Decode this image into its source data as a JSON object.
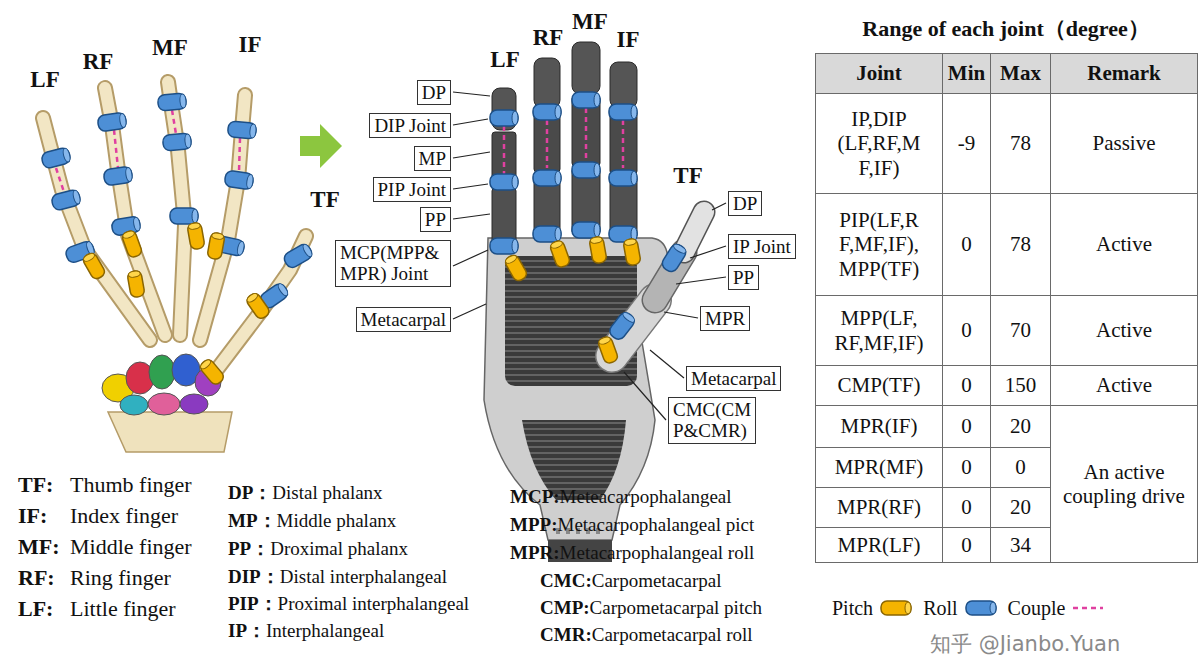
{
  "diagram": {
    "nodes": [
      {
        "text": [
          "DP"
        ]
      },
      {
        "text": [
          "DIP Joint"
        ]
      },
      {
        "text": [
          "MP"
        ]
      },
      {
        "text": [
          "PIP Joint"
        ]
      },
      {
        "text": [
          "PP"
        ]
      },
      {
        "text": [
          "MCP(MPP& MPR) Joint"
        ]
      },
      {
        "text": [
          "Metacarpal"
        ]
      },
      {
        "text": [
          "DP"
        ]
      },
      {
        "text": [
          "IP Joint"
        ]
      },
      {
        "text": [
          "PP"
        ]
      },
      {
        "text": [
          "MPR"
        ]
      },
      {
        "text": [
          "Metacarpal"
        ]
      },
      {
        "text": [
          "CMC(CM P&CMR)"
        ]
      }
    ],
    "labels": [
      "LF",
      "RF",
      "MF",
      "IF",
      "TF",
      "LF",
      "RF",
      "MF",
      "IF",
      "TF",
      "Range of each joint（degree）",
      "Joint",
      "Min",
      "Max",
      "Remark",
      "IP,DIP (LF,RF,M F,IF)",
      "-9",
      "78",
      "Passive",
      "PIP(LF,R F,MF,IF), MPP(TF)",
      "0",
      "78",
      "Active",
      "MPP(LF, RF,MF,IF)",
      "0",
      "70",
      "Active",
      "CMP(TF)",
      "0",
      "150",
      "Active",
      "MPR(IF)",
      "0",
      "20",
      "An active coupling drive",
      "MPR(MF)",
      "0",
      "0",
      "MPR(RF)",
      "0",
      "20",
      "MPR(LF)",
      "0",
      "34",
      "TF:",
      "Thumb finger",
      "IF:",
      "Index finger",
      "MF:",
      "Middle finger",
      "RF:",
      "Ring finger",
      "LF:",
      "Little finger",
      "DP：",
      "Distal phalanx",
      "MP：",
      "Middle phalanx",
      "PP：",
      "Droximal phalanx",
      "DIP：",
      "Distal interphalangeal",
      "PIP：",
      "Proximal interphalangeal",
      "IP：",
      "Interphalangeal",
      "MCP:",
      "Meteacarpophalangeal",
      "MPP:",
      "Metacarpophalangeal pict",
      "MPR:",
      "Metacarpophalangeal roll",
      "CMC:",
      "Carpometacarpal",
      "CMP:",
      "Carpometacarpal pitch",
      "CMR:",
      "Carpometacarpal roll",
      "知乎 @Jianbo.Yuan"
    ],
    "legend": [
      {
        "text": "Pitch"
      },
      {
        "text": "Roll"
      },
      {
        "text": "Couple"
      }
    ]
  }
}
